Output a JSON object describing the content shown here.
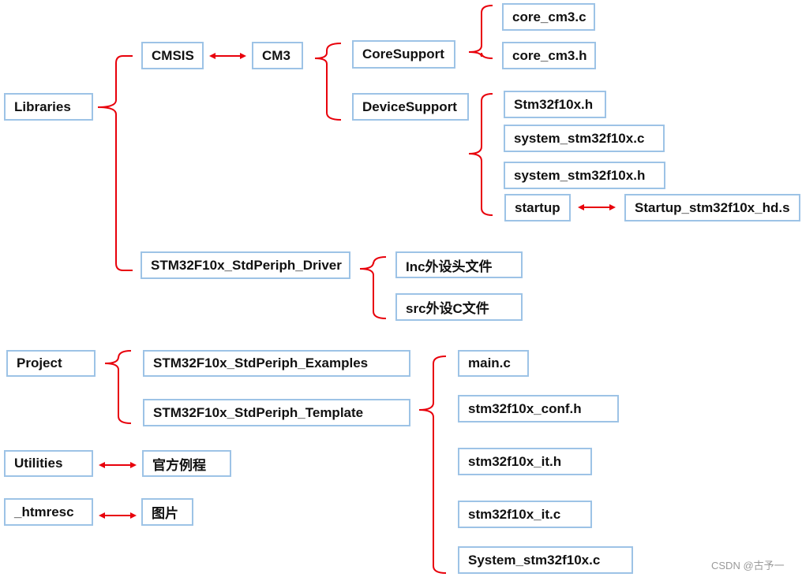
{
  "nodes": {
    "libraries": "Libraries",
    "cmsis": "CMSIS",
    "cm3": "CM3",
    "core_support": "CoreSupport",
    "device_support": "DeviceSupport",
    "core_cm3_c": "core_cm3.c",
    "core_cm3_h": "core_cm3.h",
    "stm32f10x_h": "Stm32f10x.h",
    "system_stm32f10x_c": "system_stm32f10x.c",
    "system_stm32f10x_h": "system_stm32f10x.h",
    "startup": "startup",
    "startup_file": "Startup_stm32f10x_hd.s",
    "std_periph_driver": "STM32F10x_StdPeriph_Driver",
    "inc_files": "Inc外设头文件",
    "src_files": "src外设C文件",
    "project": "Project",
    "examples": "STM32F10x_StdPeriph_Examples",
    "template": "STM32F10x_StdPeriph_Template",
    "main_c": "main.c",
    "conf_h": "stm32f10x_conf.h",
    "it_h": "stm32f10x_it.h",
    "it_c": "stm32f10x_it.c",
    "system_c": "System_stm32f10x.c",
    "utilities": "Utilities",
    "official_examples": "官方例程",
    "htmresc": "_htmresc",
    "images": "图片"
  },
  "watermark": "CSDN @古予一",
  "colors": {
    "connector": "#e8000b",
    "box_border": "#9dc3e6",
    "text": "#111111"
  }
}
